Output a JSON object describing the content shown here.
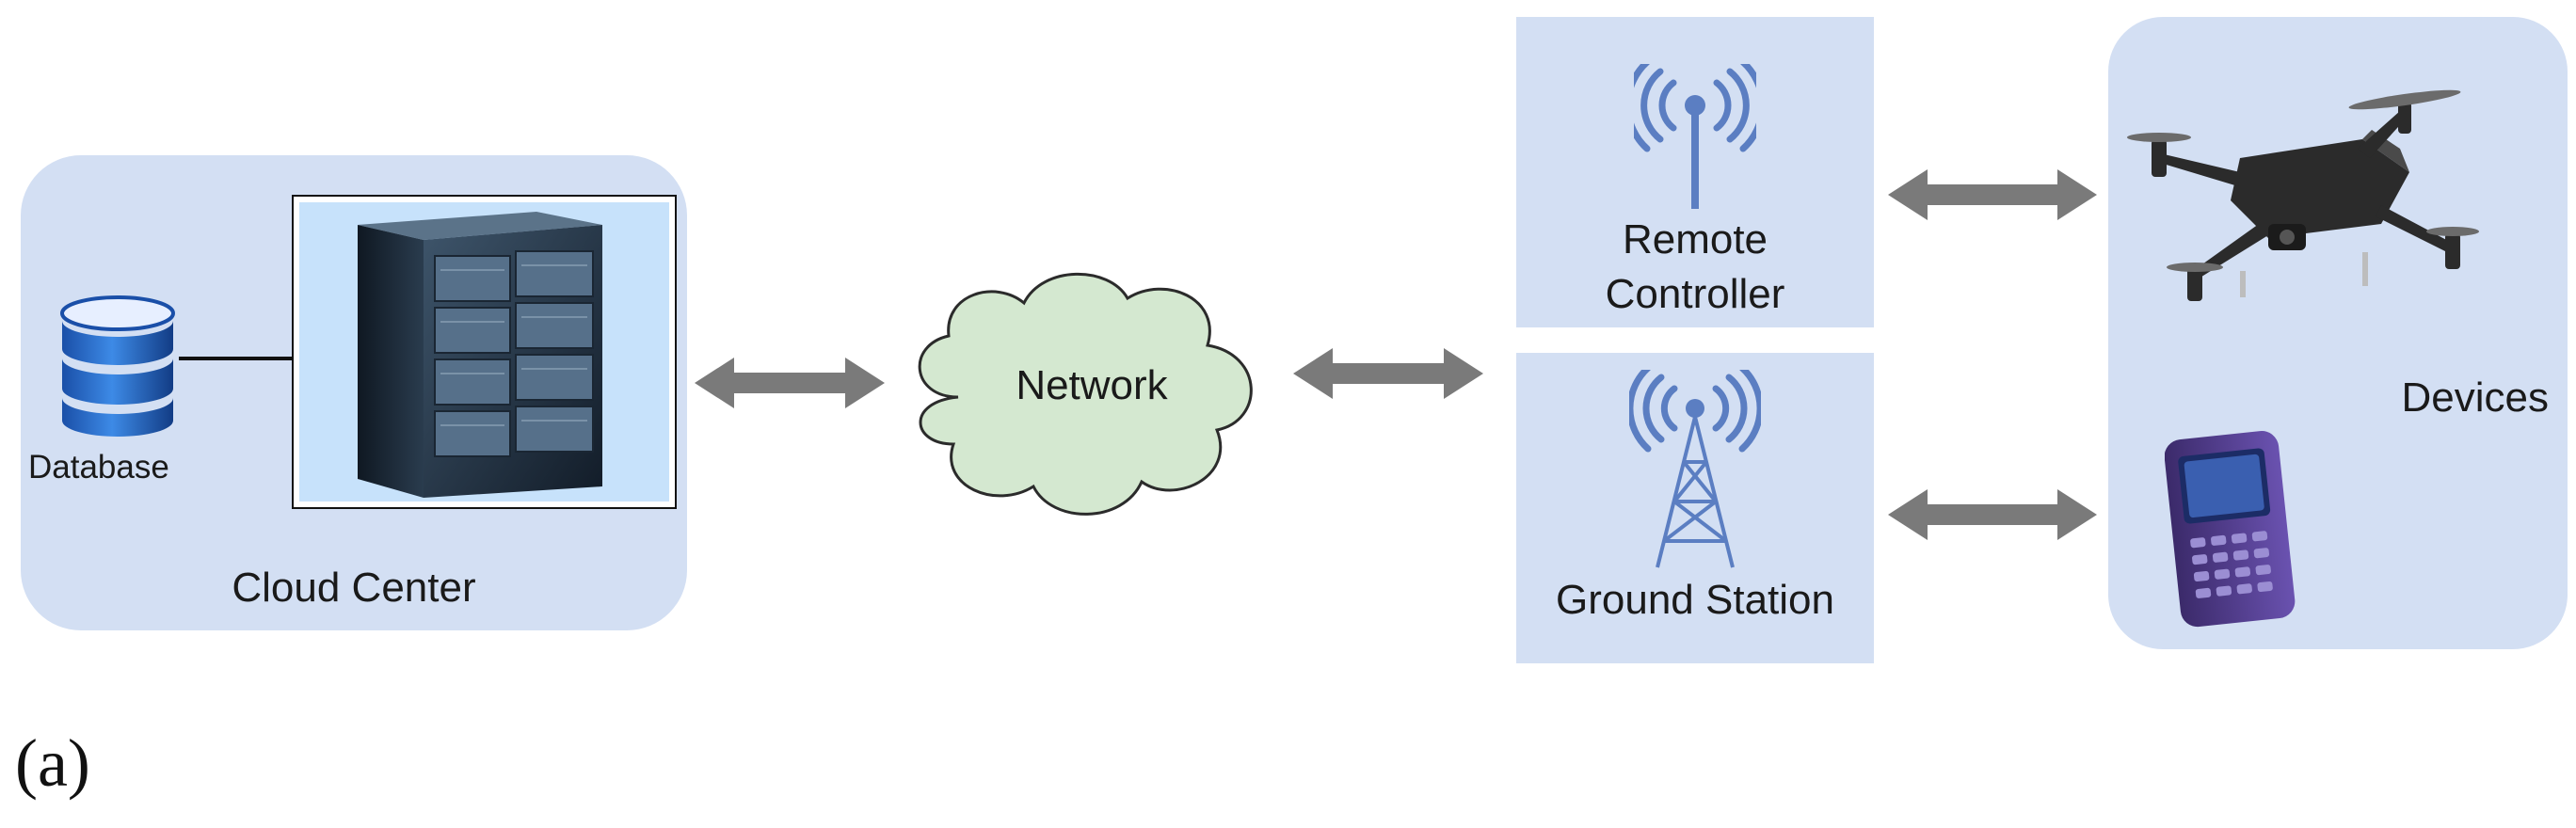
{
  "cloud_center": {
    "label": "Cloud Center",
    "database_label": "Database"
  },
  "network": {
    "label": "Network"
  },
  "remote_controller": {
    "label_line1": "Remote",
    "label_line2": "Controller"
  },
  "ground_station": {
    "label": "Ground Station"
  },
  "devices": {
    "label": "Devices"
  },
  "caption": "(a)",
  "colors": {
    "panel_fill": "#d3dff3",
    "cloud_fill": "#d4e8d0",
    "arrow": "#7a7a7a",
    "antenna": "#5b7ec2",
    "database": "#1f5fb8"
  },
  "icons": [
    "database-icon",
    "server-rack-icon",
    "network-cloud-icon",
    "antenna-icon",
    "tower-icon",
    "drone-icon",
    "phone-icon"
  ]
}
